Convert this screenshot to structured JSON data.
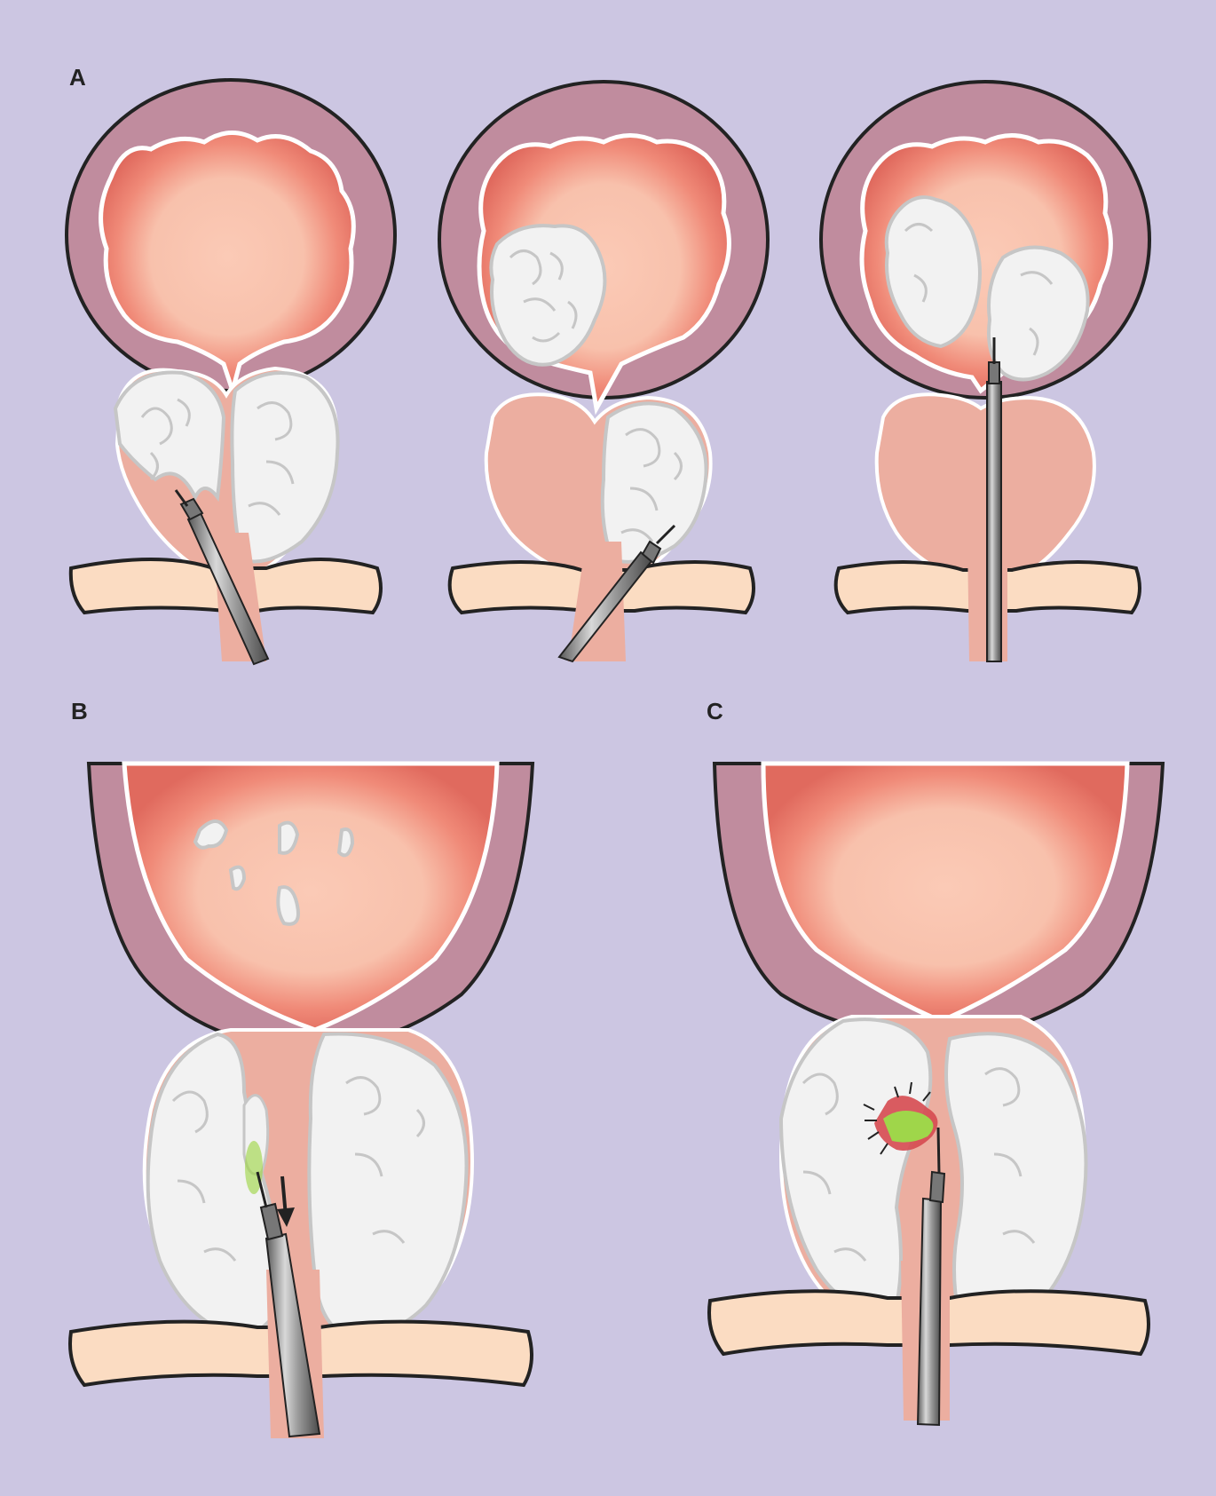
{
  "panels": [
    {
      "id": "A",
      "label": "A"
    },
    {
      "id": "B",
      "label": "B"
    },
    {
      "id": "C",
      "label": "C"
    }
  ],
  "colors": {
    "background": "#ccc6e2",
    "bladder_wall": "#c08c9e",
    "mucosa_red": "#e06a5e",
    "mucosa_light": "#f9c6b2",
    "prostate_lobe": "#f2f2f2",
    "lobe_outline": "#c6c6c6",
    "prostate_body": "#ecaea0",
    "pubic_bone": "#fbdcc2",
    "instrument_metal": "#8a8a8a",
    "laser_glow": "#9fd64a"
  },
  "icons": [
    "resectoscope-icon",
    "arrow-down-icon",
    "laser-tip-icon"
  ]
}
